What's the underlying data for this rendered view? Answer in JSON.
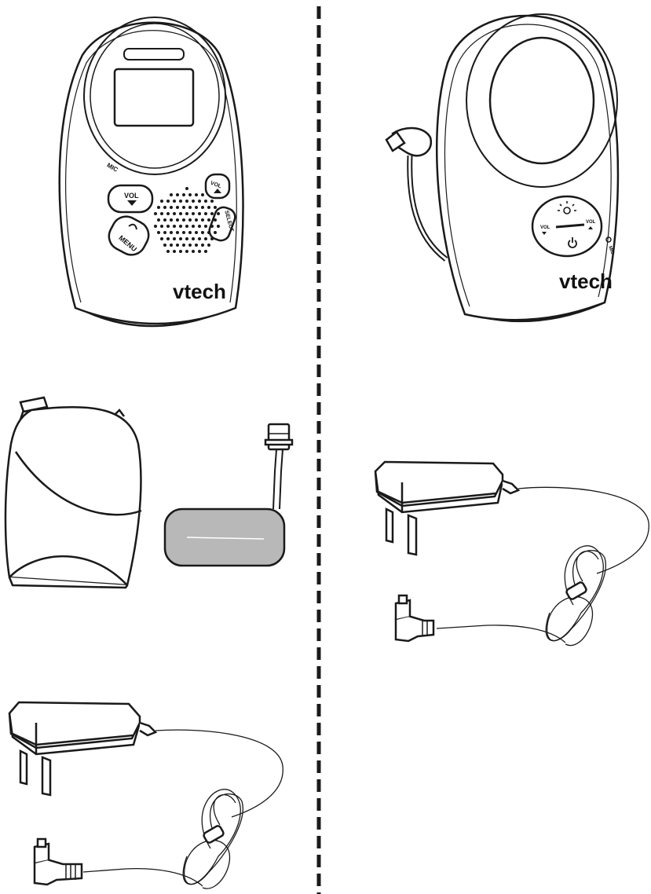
{
  "parent_unit": {
    "brand": "vtech",
    "mic_label": "MIC",
    "vol_down_label": "VOL",
    "vol_up_label": "VOL",
    "menu_label": "MENU",
    "select_label": "SELECT"
  },
  "baby_unit": {
    "brand": "vtech",
    "vol_left_label": "VOL",
    "vol_right_label": "VOL",
    "mic_label": "MIC"
  },
  "colors": {
    "line": "#1a1a1a",
    "divider": "#1a1a1a",
    "battery_fill": "#b8b8b8"
  },
  "icons": [
    "light-icon",
    "power-icon",
    "arrow-down-icon",
    "arrow-up-icon",
    "back-icon"
  ]
}
